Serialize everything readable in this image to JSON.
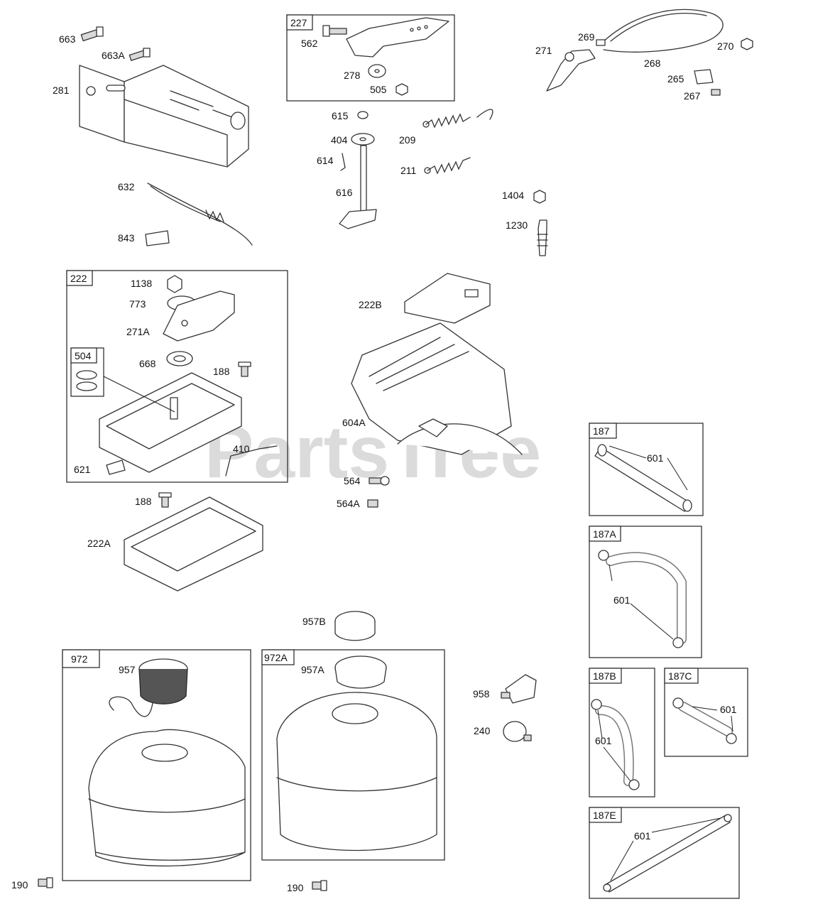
{
  "watermark": "PartsTree",
  "assembly_boxes": [
    {
      "id": "227"
    },
    {
      "id": "222"
    },
    {
      "id": "504"
    },
    {
      "id": "187"
    },
    {
      "id": "187A"
    },
    {
      "id": "187B"
    },
    {
      "id": "187C"
    },
    {
      "id": "187E"
    },
    {
      "id": "972"
    },
    {
      "id": "972A"
    }
  ],
  "callouts": [
    "663",
    "663A",
    "281",
    "632",
    "843",
    "562",
    "278",
    "505",
    "615",
    "404",
    "614",
    "616",
    "209",
    "211",
    "269",
    "271",
    "268",
    "270",
    "265",
    "267",
    "1404",
    "1230",
    "1138",
    "773",
    "271A",
    "668",
    "188",
    "410",
    "621",
    "222B",
    "604A",
    "564",
    "564A",
    "188",
    "222A",
    "957B",
    "957",
    "957A",
    "958",
    "240",
    "601",
    "190",
    "190"
  ]
}
